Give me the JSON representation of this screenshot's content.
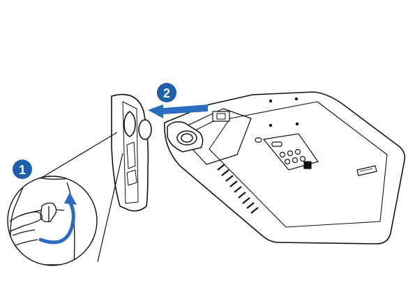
{
  "steps": [
    {
      "number": "1",
      "color": "#1f5ea8",
      "action": "rotate-lock-screw"
    },
    {
      "number": "2",
      "color": "#1f5ea8",
      "action": "slide-base-off"
    }
  ],
  "colors": {
    "line": "#111111",
    "accent": "#2a6cc0",
    "background": "#ffffff"
  }
}
